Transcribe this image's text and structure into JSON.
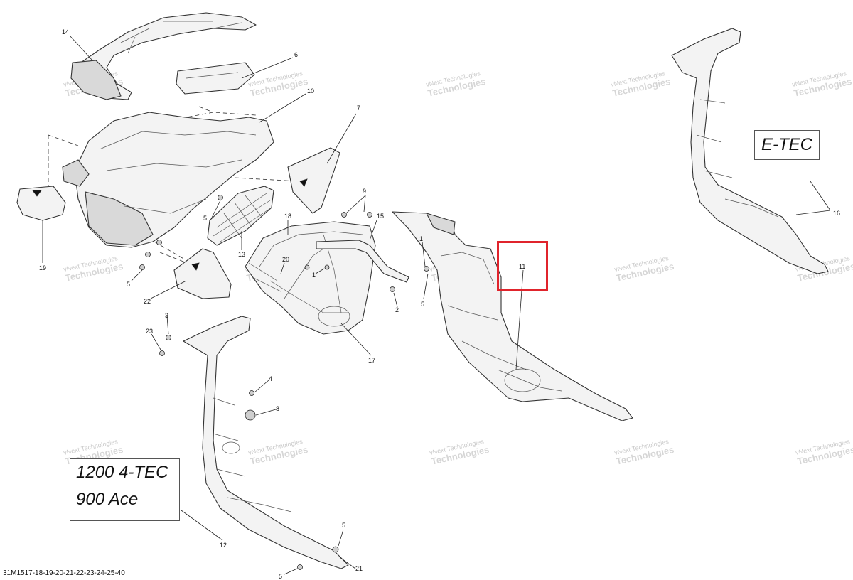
{
  "diagram": {
    "code": "31M1517-18-19-20-21-22-23-24-25-40",
    "model_labels": {
      "etec": "E-TEC",
      "line1": "1200 4-TEC",
      "line2": "900 Ace"
    },
    "highlighted_callout": "11",
    "watermark": {
      "small": "vNext Technologies",
      "big": "Technologies"
    },
    "callouts": [
      "14",
      "6",
      "10",
      "7",
      "19",
      "5",
      "5",
      "13",
      "22",
      "18",
      "20",
      "1",
      "9",
      "15",
      "2",
      "1",
      "5",
      "11",
      "16",
      "3",
      "23",
      "4",
      "8",
      "12",
      "5",
      "5",
      "21",
      "17"
    ]
  }
}
